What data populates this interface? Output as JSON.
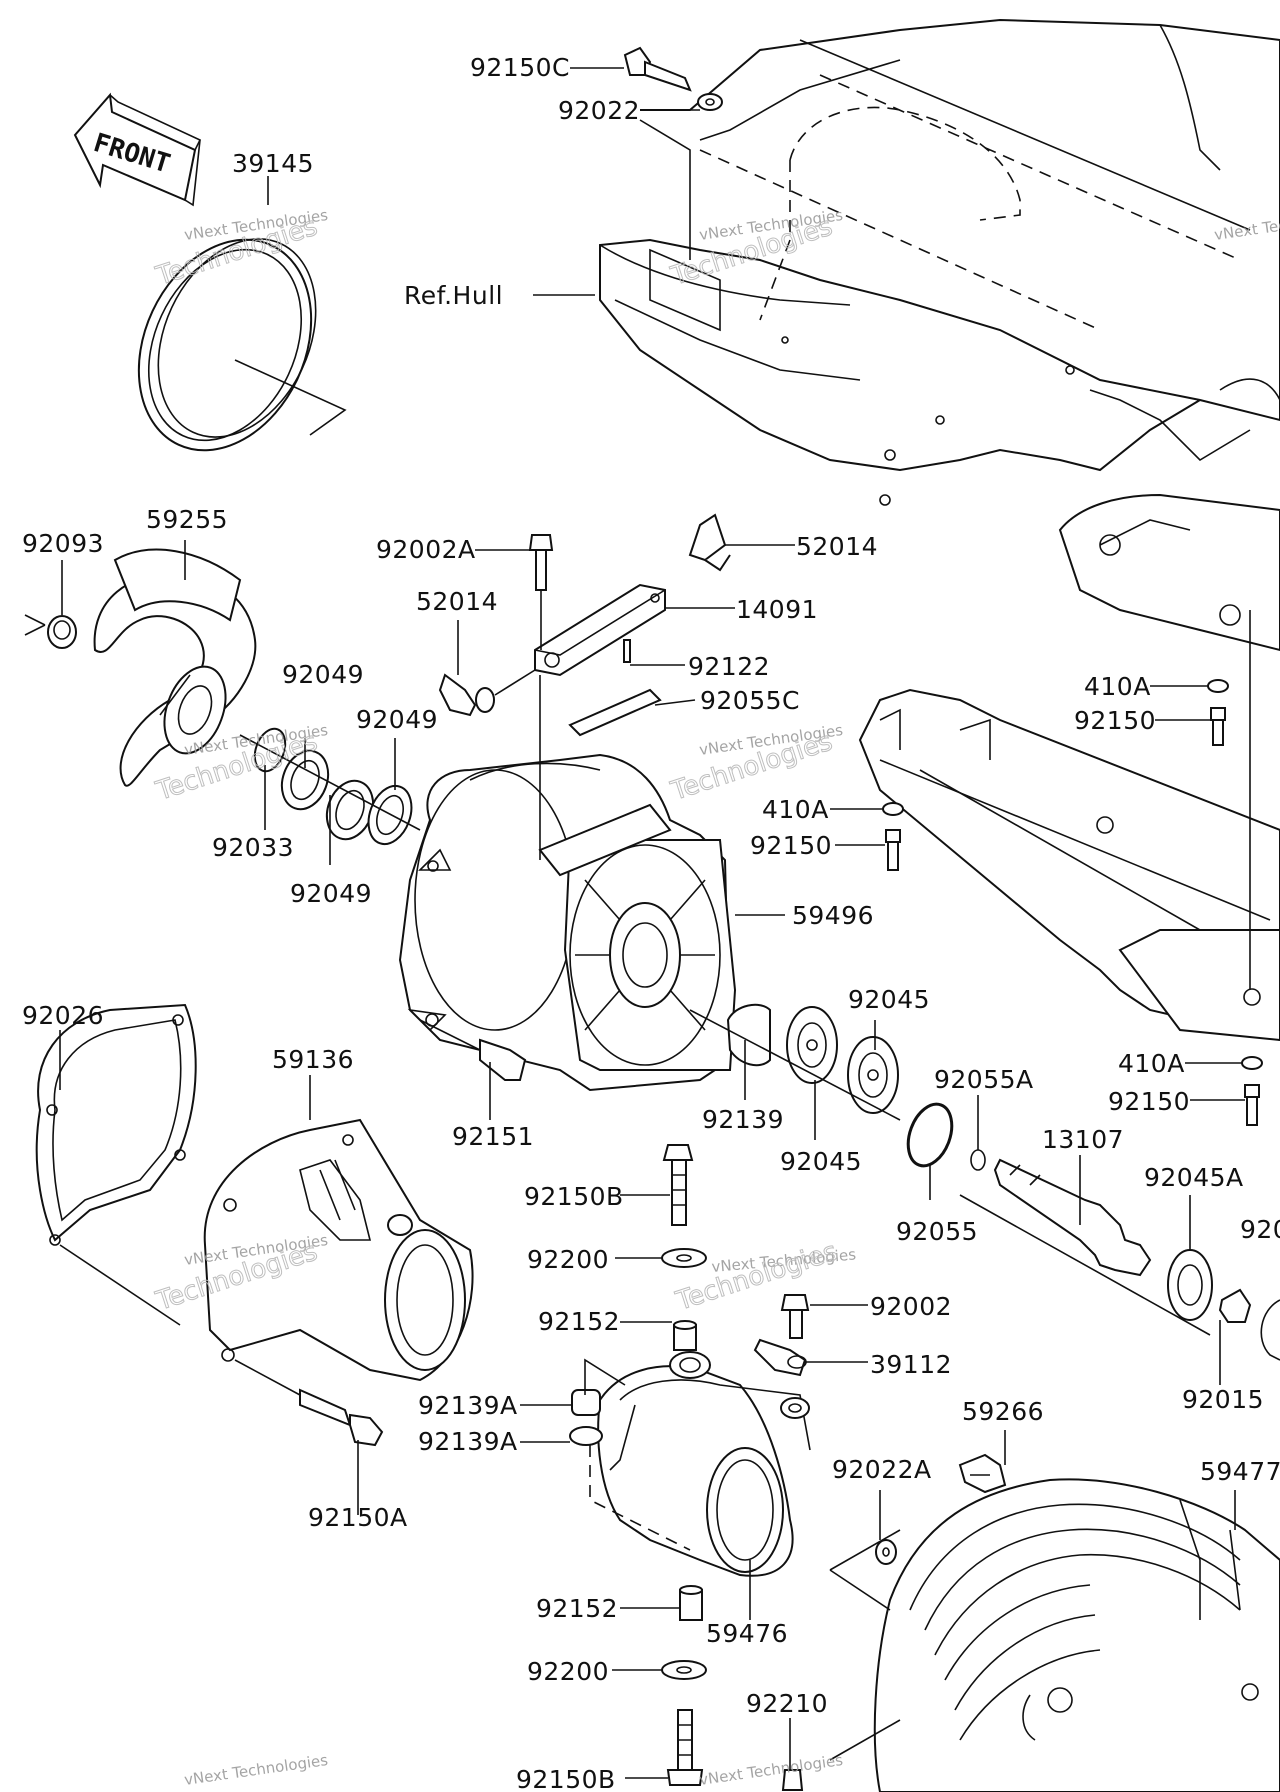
{
  "front_arrow": {
    "text": "FRONT"
  },
  "reference_labels": [
    "Ref.Hull"
  ],
  "part_labels": [
    "92150C",
    "92022",
    "39145",
    "92093",
    "59255",
    "92049",
    "92049",
    "92033",
    "92049",
    "92002A",
    "52014",
    "52014",
    "14091",
    "92122",
    "92055C",
    "59496",
    "410A",
    "92150",
    "410A",
    "92150",
    "410A",
    "92150",
    "92026",
    "59136",
    "92151",
    "92139",
    "92045",
    "92045",
    "92055A",
    "92055",
    "13107",
    "92045A",
    "92150B",
    "92200",
    "92152",
    "92002",
    "39112",
    "92015",
    "92139A",
    "92139A",
    "92150A",
    "92022A",
    "59266",
    "59477",
    "92152",
    "59476",
    "92200",
    "92210",
    "92150B"
  ],
  "partial_labels": [
    "920"
  ],
  "watermark": {
    "line1": "vNext Technologies",
    "line2": "Technologies"
  },
  "colors": {
    "ink": "#111111",
    "watermark": "#9a9a9a",
    "paper": "#ffffff"
  }
}
